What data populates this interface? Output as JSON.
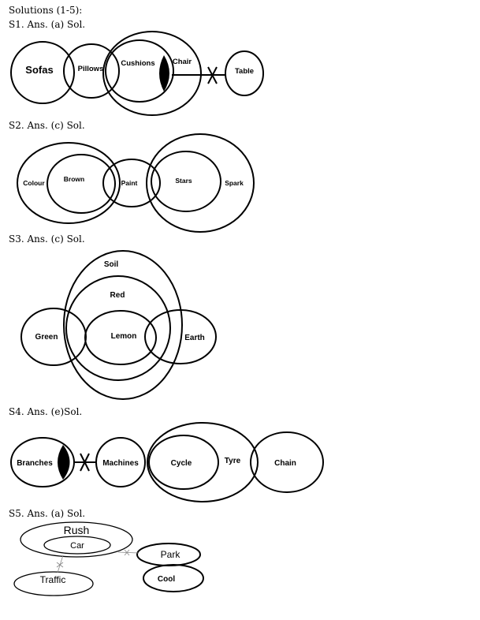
{
  "headings": {
    "title": "Solutions (1-5):",
    "s1": "S1. Ans. (a) Sol.",
    "s2": "S2. Ans. (c) Sol.",
    "s3": "S3. Ans. (c) Sol.",
    "s4": "S4. Ans. (e)Sol.",
    "s5": "S5. Ans. (a) Sol."
  },
  "diagrams": {
    "d1": {
      "sofas": "Sofas",
      "pillows": "Pillows",
      "cushions": "Cushions",
      "chair": "Chair",
      "table": "Table"
    },
    "d2": {
      "colour": "Colour",
      "brown": "Brown",
      "paint": "Paint",
      "stars": "Stars",
      "spark": "Spark"
    },
    "d3": {
      "soil": "Soil",
      "red": "Red",
      "green": "Green",
      "lemon": "Lemon",
      "earth": "Earth"
    },
    "d4": {
      "branches": "Branches",
      "machines": "Machines",
      "cycle": "Cycle",
      "tyre": "Tyre",
      "chain": "Chain"
    },
    "d5": {
      "rush": "Rush",
      "car": "Car",
      "park": "Park",
      "traffic": "Traffic",
      "cool": "Cool"
    }
  }
}
